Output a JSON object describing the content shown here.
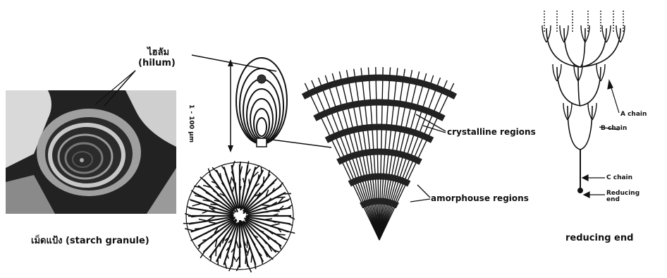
{
  "labels": {
    "hilum_thai": "ไฮลัม",
    "hilum_en": "(hilum)",
    "size_range": "1 - 100 µm",
    "crystalline": "crystalline regions",
    "amorphous": "amorphouse regions",
    "granule_caption": "เม็ดแป้ง (starch granule)",
    "reducing_caption": "reducing end",
    "a_chain": "A chain",
    "b_chain": "B chain",
    "c_chain": "C chain",
    "reducing_small": "Reducing end"
  }
}
